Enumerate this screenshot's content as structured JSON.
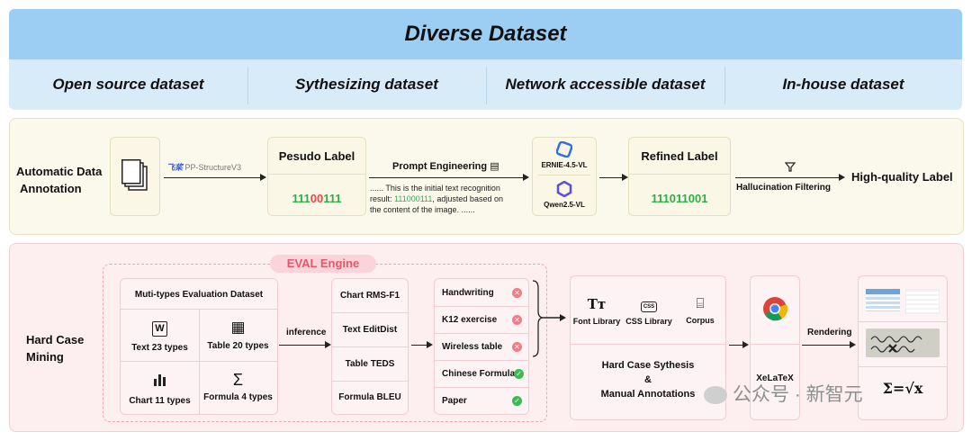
{
  "header": {
    "title": "Diverse Dataset"
  },
  "dataset_types": [
    "Open source dataset",
    "Sythesizing dataset",
    "Network accessible dataset",
    "In-house dataset"
  ],
  "annotation": {
    "section_label_line1": "Automatic Data",
    "section_label_line2": "Annotation",
    "tool_logo": "飞桨",
    "tool_name": "PP-StructureV3",
    "pseudo_title": "Pesudo Label",
    "pseudo_code": {
      "part1": "111",
      "part2": "00",
      "part3": "111"
    },
    "prompt_title": "Prompt Engineering",
    "prompt_line1": "......  This is the initial text recognition",
    "prompt_line2_pre": "result: ",
    "prompt_line2_code": "111000111",
    "prompt_line2_post": ", adjusted based on",
    "prompt_line3": "the content of the image.  ......",
    "model1": "ERNIE-4.5-VL",
    "model2": "Qwen2.5-VL",
    "refined_title": "Refined Label",
    "refined_code": "111011001",
    "filter_label": "Hallucination Filtering",
    "output_label": "High-quality Label"
  },
  "mining": {
    "section_label_line1": "Hard Case",
    "section_label_line2": "Mining",
    "engine_label": "EVAL Engine",
    "eval_dataset_title": "Muti-types Evaluation Dataset",
    "types": [
      {
        "icon": "W",
        "label": "Text 23 types"
      },
      {
        "icon": "▦",
        "label": "Table 20 types"
      },
      {
        "icon": "📊",
        "label": "Chart 11 types"
      },
      {
        "icon": "Σ",
        "label": "Formula 4 types"
      }
    ],
    "inference_label": "inference",
    "metrics": [
      "Chart  RMS-F1",
      "Text  EditDist",
      "Table  TEDS",
      "Formula  BLEU"
    ],
    "cases": [
      {
        "label": "Handwriting",
        "status": "fail"
      },
      {
        "label": "K12 exercise",
        "status": "fail"
      },
      {
        "label": "Wireless table",
        "status": "fail"
      },
      {
        "label": "Chinese Formula",
        "status": "pass"
      },
      {
        "label": "Paper",
        "status": "pass"
      }
    ],
    "resources": [
      "Font Library",
      "CSS Library",
      "Corpus"
    ],
    "resource_icons": [
      "Tт",
      "CSS",
      "⌸"
    ],
    "synthesis_line1": "Hard Case Sythesis",
    "synthesis_line2": "&",
    "synthesis_line3": "Manual Annotations",
    "xelatex_label": "XeLaTeX",
    "rendering_label": "Rendering",
    "formula_sample": "Σ=√x",
    "watermark": "公众号 · 新智元"
  },
  "colors": {
    "top_title_bg": "#9ccdf3",
    "top_band_bg": "#d7ebf8",
    "green": "#2fae4a",
    "red": "#e84a4a",
    "pink_band": "#fdeef0"
  }
}
